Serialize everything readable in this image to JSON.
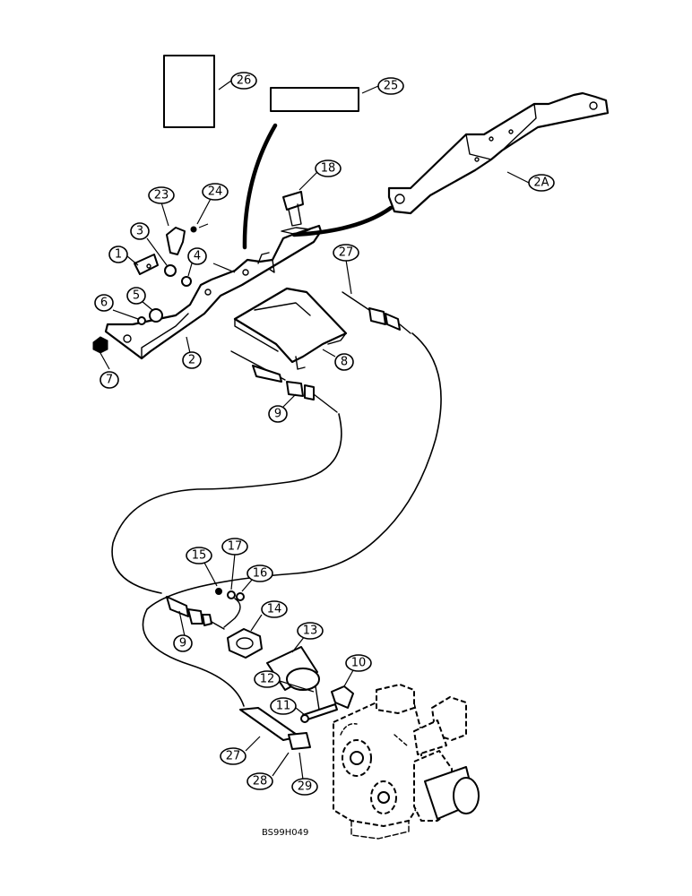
{
  "drawing_ref": "BS99H049",
  "callouts": [
    {
      "label": "1"
    },
    {
      "label": "2"
    },
    {
      "label": "2A"
    },
    {
      "label": "3"
    },
    {
      "label": "4"
    },
    {
      "label": "5"
    },
    {
      "label": "6"
    },
    {
      "label": "7"
    },
    {
      "label": "8"
    },
    {
      "label": "9"
    },
    {
      "label": "9"
    },
    {
      "label": "10"
    },
    {
      "label": "11"
    },
    {
      "label": "12"
    },
    {
      "label": "13"
    },
    {
      "label": "14"
    },
    {
      "label": "15"
    },
    {
      "label": "16"
    },
    {
      "label": "17"
    },
    {
      "label": "18"
    },
    {
      "label": "23"
    },
    {
      "label": "24"
    },
    {
      "label": "25"
    },
    {
      "label": "26"
    },
    {
      "label": "27"
    },
    {
      "label": "27"
    },
    {
      "label": "28"
    },
    {
      "label": "29"
    }
  ]
}
